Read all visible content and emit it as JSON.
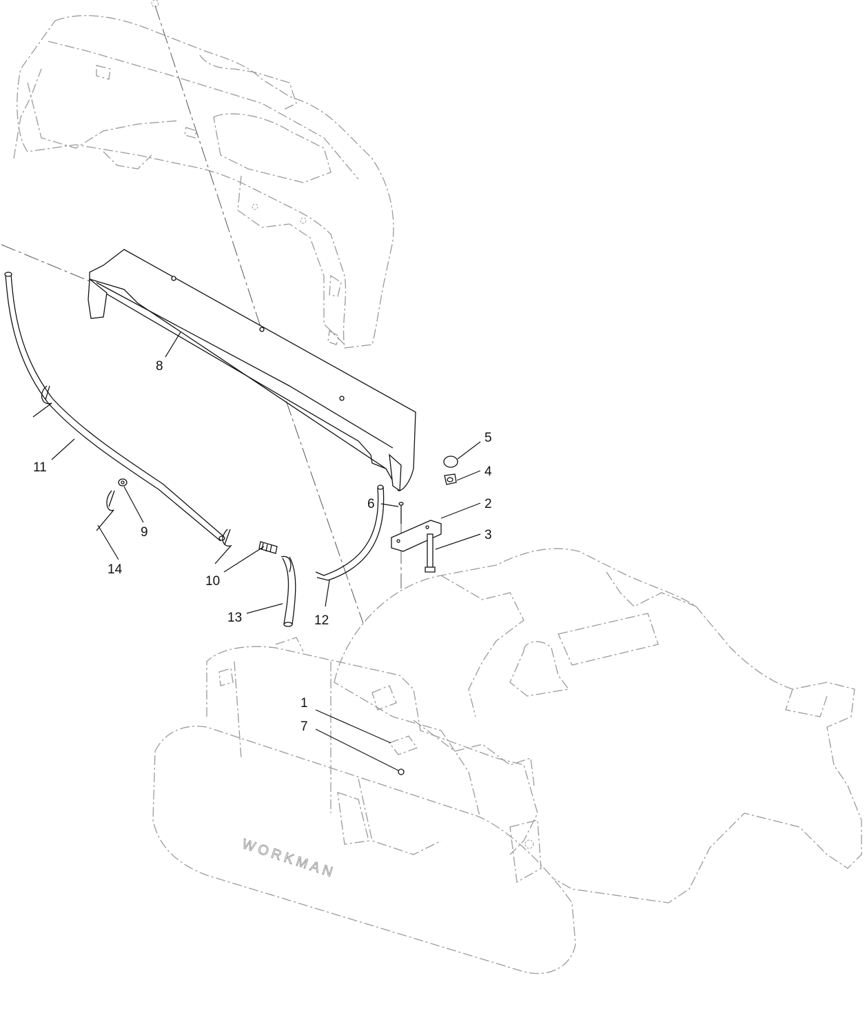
{
  "diagram": {
    "callouts": [
      {
        "id": "1",
        "label": "1"
      },
      {
        "id": "2",
        "label": "2"
      },
      {
        "id": "3",
        "label": "3"
      },
      {
        "id": "4",
        "label": "4"
      },
      {
        "id": "5",
        "label": "5"
      },
      {
        "id": "6",
        "label": "6"
      },
      {
        "id": "7",
        "label": "7"
      },
      {
        "id": "8",
        "label": "8"
      },
      {
        "id": "9",
        "label": "9"
      },
      {
        "id": "10",
        "label": "10"
      },
      {
        "id": "11",
        "label": "11"
      },
      {
        "id": "12",
        "label": "12"
      },
      {
        "id": "13",
        "label": "13"
      },
      {
        "id": "14",
        "label": "14"
      }
    ],
    "hood_brand": "WORKMAN"
  },
  "colors": {
    "part_line": "#111111",
    "ghost_line": "#9a9a9a",
    "background": "#ffffff"
  }
}
